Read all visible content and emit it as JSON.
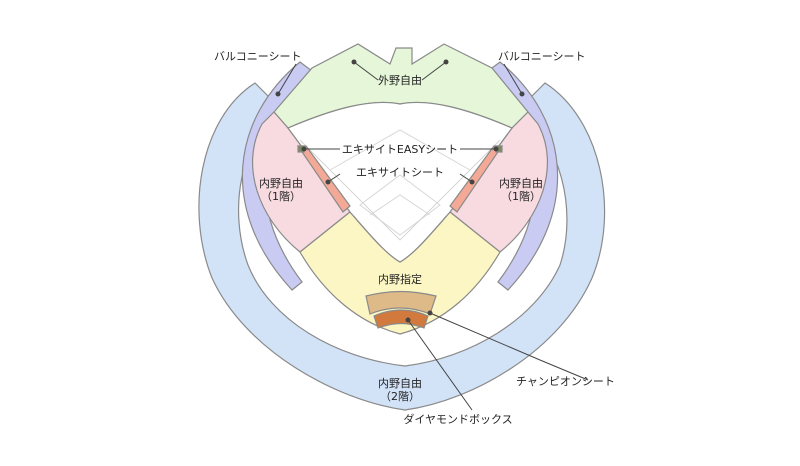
{
  "seating_map": {
    "labels": {
      "balcony_left": "バルコニーシート",
      "balcony_right": "バルコニーシート",
      "outfield": "外野自由",
      "excite_easy": "エキサイトEASYシート",
      "excite": "エキサイトシート",
      "infield_1f_left_line1": "内野自由",
      "infield_1f_left_line2": "（1階）",
      "infield_1f_right_line1": "内野自由",
      "infield_1f_right_line2": "（1階）",
      "infield_reserved": "内野指定",
      "champion": "チャンピオンシート",
      "infield_2f_line1": "内野自由",
      "infield_2f_line2": "（2階）",
      "diamond_box": "ダイヤモンドボックス"
    },
    "colors": {
      "balcony": "#c9cbf3",
      "upper_deck": "#d2e3f8",
      "outfield": "#e6f6d8",
      "infield_1f": "#f7dbe1",
      "infield_reserved": "#fbf6c3",
      "excite": "#f3a996",
      "excite_easy": "#7c8a5c",
      "champion": "#ddba88",
      "diamond_box": "#d27a3e"
    }
  }
}
